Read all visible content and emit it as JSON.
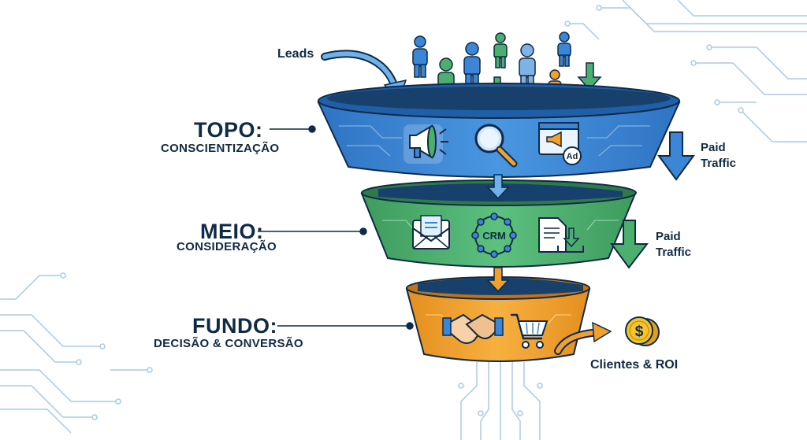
{
  "leads_label": "Leads",
  "stages": [
    {
      "title": "TOPO:",
      "subtitle": "CONSCIENTIZAÇÃO",
      "color": "#3d86d6",
      "icons": [
        "megaphone-icon",
        "magnifier-icon",
        "ad-browser-icon"
      ]
    },
    {
      "title": "MEIO:",
      "subtitle": "CONSIDERAÇÃO",
      "color": "#4caf6e",
      "icons": [
        "email-icon",
        "crm-network-icon",
        "document-download-icon"
      ]
    },
    {
      "title": "FUNDO:",
      "subtitle": "DECISÃO & CONVERSÃO",
      "color": "#f0a030",
      "icons": [
        "handshake-icon",
        "shopping-cart-icon"
      ]
    }
  ],
  "crm_text": "CRM",
  "ad_text": "Ad",
  "paid_traffic": [
    "Paid",
    "Traffic"
  ],
  "outcome_label": "Clientes & ROI",
  "outcome_icon": "dollar-coins-icon",
  "colors": {
    "navy": "#0f2a47",
    "blue": "#3d86d6",
    "green": "#4caf6e",
    "orange": "#f0a030",
    "circuit": "#a9cbe8"
  }
}
